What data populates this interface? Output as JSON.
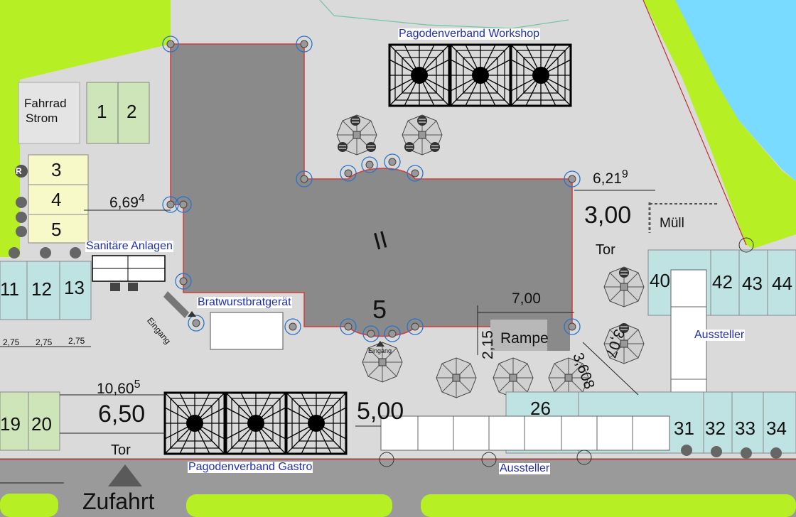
{
  "labels": {
    "workshop": "Pagodenverband Workshop",
    "gastro": "Pagodenverband Gastro",
    "sanitaer": "Sanitäre Anlagen",
    "bratwurst": "Bratwurstbratgerät",
    "aussteller_right": "Aussteller",
    "aussteller_bottom": "Aussteller",
    "zufahrt": "Zufahrt",
    "rampe": "Rampe",
    "muell": "Müll",
    "tor_right": "Tor",
    "tor_bottom": "Tor",
    "eingang": "Eingang",
    "eingang_small": "Eingang",
    "fahrrad": "Fahrrad",
    "strom": "Strom",
    "building_marker": "II",
    "building_number": "5"
  },
  "dimensions": {
    "d621": "6,21",
    "d621_sup": "9",
    "d300": "3,00",
    "d669": "6,69",
    "d669_sup": "4",
    "d700": "7,00",
    "d215": "2,15",
    "d3608": "3,608",
    "d307": "3,07",
    "d1060": "10,60",
    "d1060_sup": "5",
    "d650": "6,50",
    "d500": "5,00",
    "d275a": "2,75",
    "d275b": "2,75",
    "d275c": "2,75"
  },
  "stalls": {
    "s1": "1",
    "s2": "2",
    "s3": "3",
    "s4": "4",
    "s5": "5",
    "s11": "11",
    "s12": "12",
    "s13": "13",
    "s19": "19",
    "s20": "20",
    "s26": "26",
    "s31": "31",
    "s32": "32",
    "s33": "33",
    "s34": "34",
    "s40": "40",
    "s42": "42",
    "s43": "43",
    "s44": "44"
  },
  "legend_marker": "R",
  "colors": {
    "ground": "#dadada",
    "grass": "#b6f024",
    "water": "#79dbff",
    "building": "#8a8a8a",
    "building_outline": "#d23c3c",
    "road": "#9a9a9a",
    "stall_teal": "#bfe3e3",
    "stall_green": "#cde5b8",
    "stall_yellow": "#f7f9c9",
    "label_blue": "#1f2fae"
  }
}
